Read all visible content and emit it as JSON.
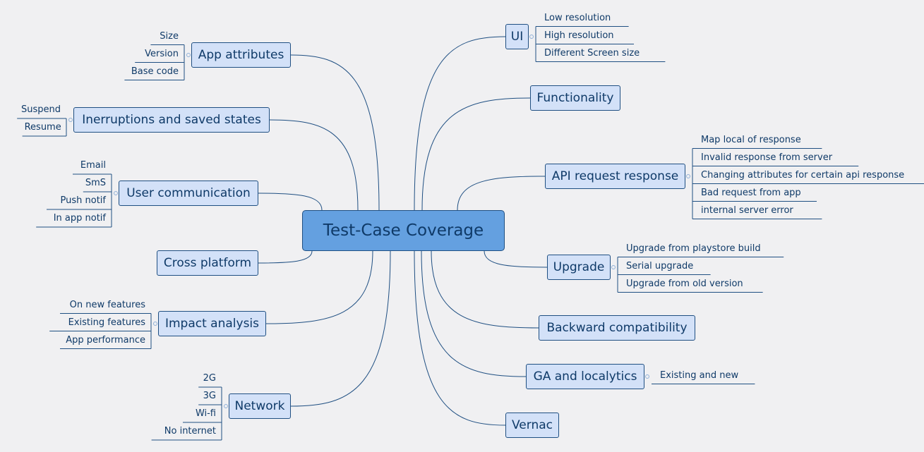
{
  "central": "Test-Case Coverage",
  "left": [
    {
      "label": "App attributes",
      "children": [
        "Size",
        "Version",
        "Base code"
      ]
    },
    {
      "label": "Inerruptions and saved states",
      "children": [
        "Suspend",
        "Resume"
      ]
    },
    {
      "label": "User communication",
      "children": [
        "Email",
        "SmS",
        "Push notif",
        "In app notif"
      ]
    },
    {
      "label": "Cross platform",
      "children": []
    },
    {
      "label": "Impact analysis",
      "children": [
        "On new features",
        "Existing features",
        "App performance"
      ]
    },
    {
      "label": "Network",
      "children": [
        "2G",
        "3G",
        "Wi-fi",
        "No internet"
      ]
    }
  ],
  "right": [
    {
      "label": "UI",
      "children": [
        "Low resolution",
        "High resolution",
        "Different Screen size"
      ]
    },
    {
      "label": "Functionality",
      "children": []
    },
    {
      "label": "API request response",
      "children": [
        "Map local of response",
        "Invalid response from server",
        "Changing attributes for certain api response",
        "Bad request from app",
        "internal server error"
      ]
    },
    {
      "label": "Upgrade",
      "children": [
        "Upgrade from playstore build",
        "Serial upgrade",
        "Upgrade from old version"
      ]
    },
    {
      "label": "Backward compatibility",
      "children": []
    },
    {
      "label": "GA and localytics",
      "children": [
        "Existing and new"
      ]
    },
    {
      "label": "Vernac",
      "children": []
    }
  ],
  "colors": {
    "line": "#1f4f82",
    "central_fill": "#64a0e0",
    "topic_fill": "#d3e1f8",
    "background": "#f0f0f2"
  }
}
